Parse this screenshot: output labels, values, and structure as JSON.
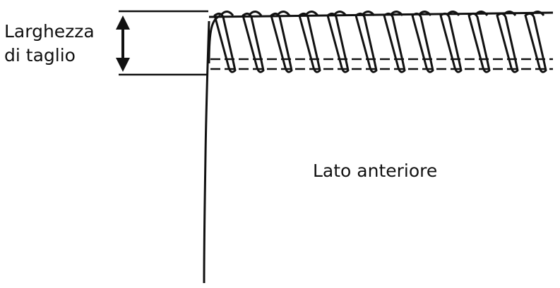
{
  "labels": {
    "cut_width_line1": "Larghezza",
    "cut_width_line2": "di taglio",
    "front_side": "Lato anteriore"
  },
  "colors": {
    "ink": "#111111",
    "background": "#ffffff"
  }
}
